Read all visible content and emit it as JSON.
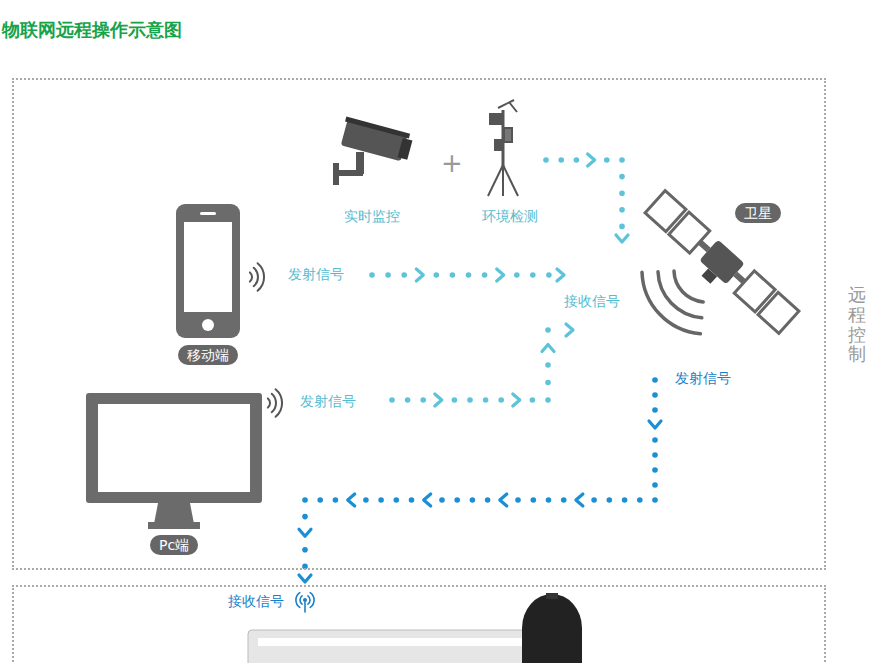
{
  "diagram": {
    "title": "物联网远程操作示意图",
    "nodes": [
      {
        "text": [
          "远程控制"
        ]
      },
      {
        "text": [
          "实时监控"
        ],
        "in": 0
      },
      {
        "text": [
          "环境检测"
        ],
        "in": 0
      },
      {
        "text": [
          "移动端"
        ],
        "in": 0
      },
      {
        "text": [
          "Pc端"
        ],
        "in": 0
      },
      {
        "text": [
          "卫星"
        ],
        "in": 0
      },
      {
        "text": [
          "接收信号"
        ]
      }
    ],
    "edges": [
      {
        "from": 2,
        "to": 5,
        "arrow": "to"
      },
      {
        "from": 3,
        "to": 5,
        "label": "发射信号",
        "arrow": "to"
      },
      {
        "from": 4,
        "to": 5,
        "label": "发射信号",
        "arrow": "to"
      },
      {
        "from": 5,
        "to": 6,
        "label": "发射信号",
        "arrow": "to"
      }
    ],
    "labels": [
      "+",
      "接收信号"
    ]
  }
}
